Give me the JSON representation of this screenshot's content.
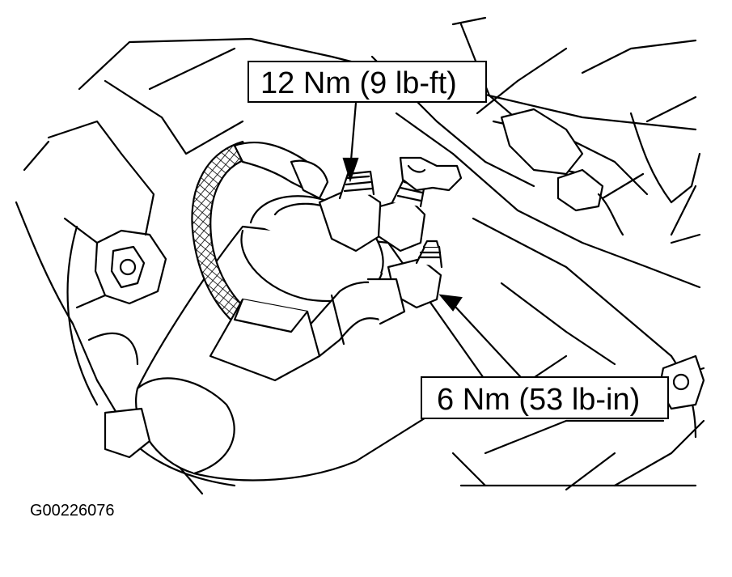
{
  "figure": {
    "callouts": {
      "top_torque": "12 Nm (9 lb-ft)",
      "bottom_torque": "6 Nm (53 lb-in)"
    },
    "figure_id": "G00226076"
  },
  "colors": {
    "ink": "#000000",
    "paper": "#ffffff"
  }
}
